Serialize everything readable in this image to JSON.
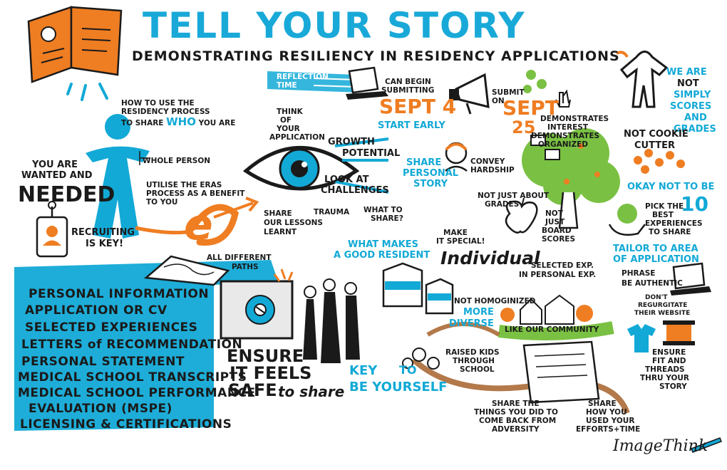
{
  "header": {
    "title": "TELL YOUR STORY",
    "subtitle": "DEMONSTRATING RESILIENCY IN RESIDENCY APPLICATIONS"
  },
  "person_section": {
    "how_to_1": "HOW TO USE THE",
    "how_to_2": "RESIDENCY PROCESS",
    "how_to_3a": "TO SHARE",
    "how_to_3b": "WHO",
    "how_to_3c": "YOU ARE",
    "whole_person": "WHOLE PERSON",
    "eras_1": "UTILISE THE ERAS",
    "eras_2": "PROCESS AS A BENEFIT",
    "eras_3": "TO YOU",
    "wanted_1": "YOU ARE",
    "wanted_2": "WANTED AND",
    "needed": "NEEDED",
    "recruiting_1": "RECRUITING",
    "recruiting_2": "IS KEY!"
  },
  "eye_section": {
    "think_1": "THINK",
    "think_2": "OF",
    "think_3": "YOUR",
    "think_4": "APPLICATION",
    "growth_1": "GROWTH",
    "growth_2": "POTENTIAL",
    "look_1": "LOOK AT",
    "look_2": "CHALLENGES",
    "trauma": "TRAUMA",
    "what_share_1": "WHAT TO",
    "what_share_2": "SHARE?",
    "lessons_1": "SHARE",
    "lessons_2": "OUR LESSONS",
    "lessons_3": "LEARNT"
  },
  "timeline": {
    "reflection_1": "REFLECTION",
    "reflection_2": "TIME",
    "can_begin_1": "CAN BEGIN",
    "can_begin_2": "SUBMITTING",
    "sept4": "SEPT 4",
    "start_early": "START EARLY",
    "submit_1": "SUBMIT",
    "submit_2": "ON",
    "sept25_a": "SEPT",
    "sept25_b": "25",
    "demo_interest_1": "DEMONSTRATES",
    "demo_interest_2": "INTEREST",
    "demo_org_1": "DEMONSTRATES",
    "demo_org_2": "ORGANIZED"
  },
  "right_top": {
    "we_are": "WE ARE",
    "not": "NOT",
    "simply": "SIMPLY",
    "scores": "SCORES",
    "and": "AND",
    "grades": "GRADES",
    "cookie_1": "NOT COOKIE",
    "cookie_2": "CUTTER"
  },
  "story_section": {
    "share_1": "SHARE",
    "share_2": "PERSONAL",
    "share_3": "STORY",
    "convey_1": "CONVEY",
    "convey_2": "HARDSHIP",
    "grades_1": "NOT JUST ABOUT",
    "grades_2": "GRADES",
    "board_1": "NOT",
    "board_2": "JUST",
    "board_3": "BOARD",
    "board_4": "SCORES",
    "special_1": "MAKE",
    "special_2": "IT SPECIAL!",
    "individual": "Individual",
    "good_res_1": "WHAT MAKES",
    "good_res_2": "A GOOD RESIDENT",
    "selected_1": "SELECTED EXP.",
    "selected_2": "IN PERSONAL EXP."
  },
  "right_mid": {
    "okay_1": "OKAY NOT TO BE",
    "okay_2": "10",
    "pick_1": "PICK THE",
    "pick_2": "BEST",
    "pick_3": "EXPERIENCES",
    "pick_4": "TO SHARE",
    "tailor_1": "TAILOR TO AREA",
    "tailor_2": "OF APPLICATION",
    "phrase": "PHRASE",
    "authentic": "BE AUTHENTIC",
    "regurg_1": "DON'T",
    "regurg_2": "REGURGITATE",
    "regurg_3": "THEIR WEBSITE",
    "fit_1": "ENSURE",
    "fit_2": "FIT AND",
    "fit_3": "THREADS",
    "fit_4": "THRU YOUR",
    "fit_5": "STORY"
  },
  "bottom_list": {
    "paths_1": "ALL DIFFERENT",
    "paths_2": "PATHS",
    "items": [
      "PERSONAL INFORMATION",
      "APPLICATION OR CV",
      "SELECTED EXPERIENCES",
      "LETTERS of RECOMMENDATION",
      "PERSONAL STATEMENT",
      "MEDICAL SCHOOL TRANSCRIPTS",
      "MEDICAL SCHOOL PERFORMANCE",
      "EVALUATION (MSPE)",
      "LICENSING & CERTIFICATIONS"
    ]
  },
  "bottom_mid": {
    "ensure_1": "ENSURE",
    "ensure_2": "IT FEELS",
    "ensure_3": "SAFE",
    "ensure_4": "to share",
    "key_1": "KEY",
    "key_2": "TO",
    "key_3": "BE YOURSELF",
    "homog": "NOT HOMOGINIZED",
    "diverse_1": "MORE",
    "diverse_2": "DIVERSE",
    "community": "LIKE OUR COMMUNITY",
    "kids_1": "RAISED KIDS",
    "kids_2": "THROUGH",
    "kids_3": "SCHOOL",
    "adversity_1": "SHARE THE",
    "adversity_2": "THINGS YOU DID TO",
    "adversity_3": "COME BACK FROM",
    "adversity_4": "ADVERSITY",
    "efforts_1": "SHARE",
    "efforts_2": "HOW YOU",
    "efforts_3": "USED YOUR",
    "efforts_4": "EFFORTS+TIME"
  },
  "signature": "ImageThink",
  "colors": {
    "blue": "#12a9d6",
    "orange": "#ef7d22",
    "green": "#7ac143",
    "ink": "#1a1a1a"
  }
}
